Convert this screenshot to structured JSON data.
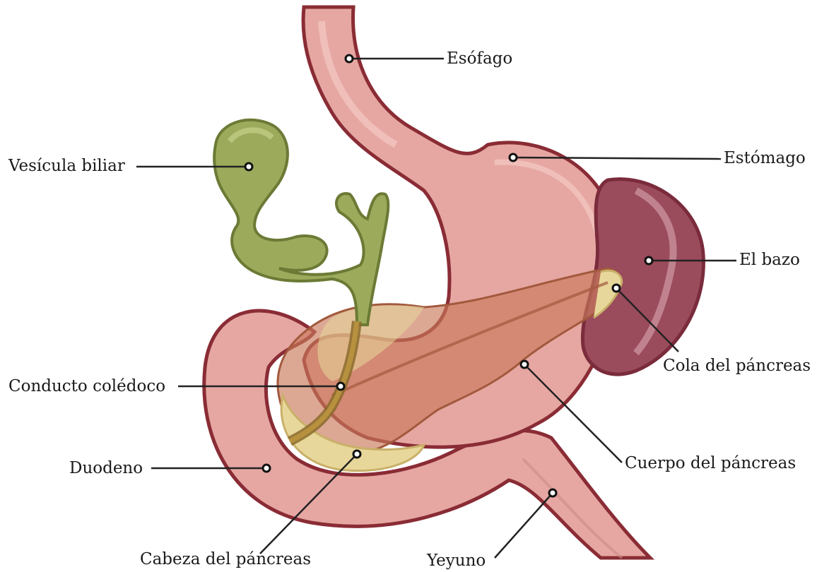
{
  "colors": {
    "stomach_fill": "#e6a7a2",
    "stomach_outline": "#8a2c35",
    "gallbladder_fill": "#9caa5c",
    "gallbladder_outline": "#6b7a35",
    "pancreas_fill": "#c97a5a",
    "pancreas_head_fill": "#e8d79a",
    "spleen_fill": "#9a4b5c",
    "spleen_highlight": "#c9909c",
    "leader_line": "#222222",
    "pointer_dot": "#ffffff"
  },
  "labels": {
    "esofago": "Esófago",
    "estomago": "Estómago",
    "vesicula": "Vesícula biliar",
    "bazo": "El bazo",
    "cola": "Cola del páncreas",
    "conducto": "Conducto colédoco",
    "cuerpo": "Cuerpo del páncreas",
    "duodeno": "Duodeno",
    "cabeza": "Cabeza del páncreas",
    "yeyuno": "Yeyuno"
  }
}
